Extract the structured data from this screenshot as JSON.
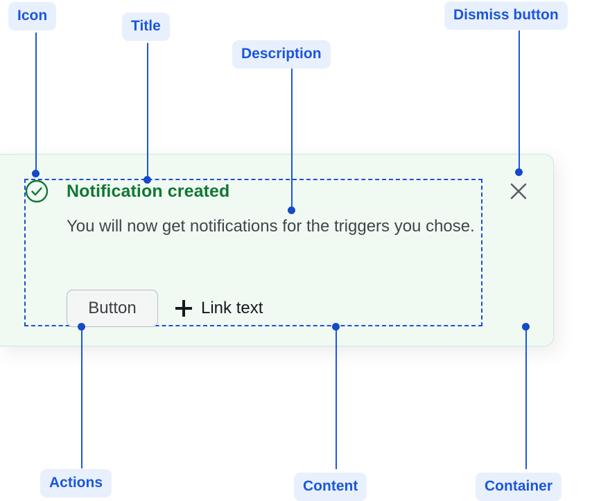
{
  "annotations": [
    {
      "id": "icon",
      "label": "Icon"
    },
    {
      "id": "title",
      "label": "Title"
    },
    {
      "id": "description",
      "label": "Description"
    },
    {
      "id": "dismiss_button",
      "label": "Dismiss button"
    },
    {
      "id": "actions",
      "label": "Actions"
    },
    {
      "id": "content",
      "label": "Content"
    },
    {
      "id": "container",
      "label": "Container"
    }
  ],
  "notification": {
    "status": "success",
    "icon": "check-circle-icon",
    "title": "Notification created",
    "description": "You will now get notifications for the triggers you chose.",
    "actions": {
      "button_label": "Button",
      "link_icon": "plus-icon",
      "link_label": "Link text"
    },
    "dismiss": {
      "icon": "close-icon",
      "aria_label": "Dismiss"
    }
  },
  "colors": {
    "annotation_blue": "#1a56dd",
    "annotation_chip_bg": "#e9f0fd",
    "success_green": "#117733",
    "card_bg": "#f1f9f3",
    "card_border": "#cfe7d6",
    "body_text": "#414549",
    "link_text": "#16191c",
    "dismiss_icon": "#5a5f63",
    "button_bg": "#f4f5f5",
    "button_border": "#b9bcbe"
  }
}
